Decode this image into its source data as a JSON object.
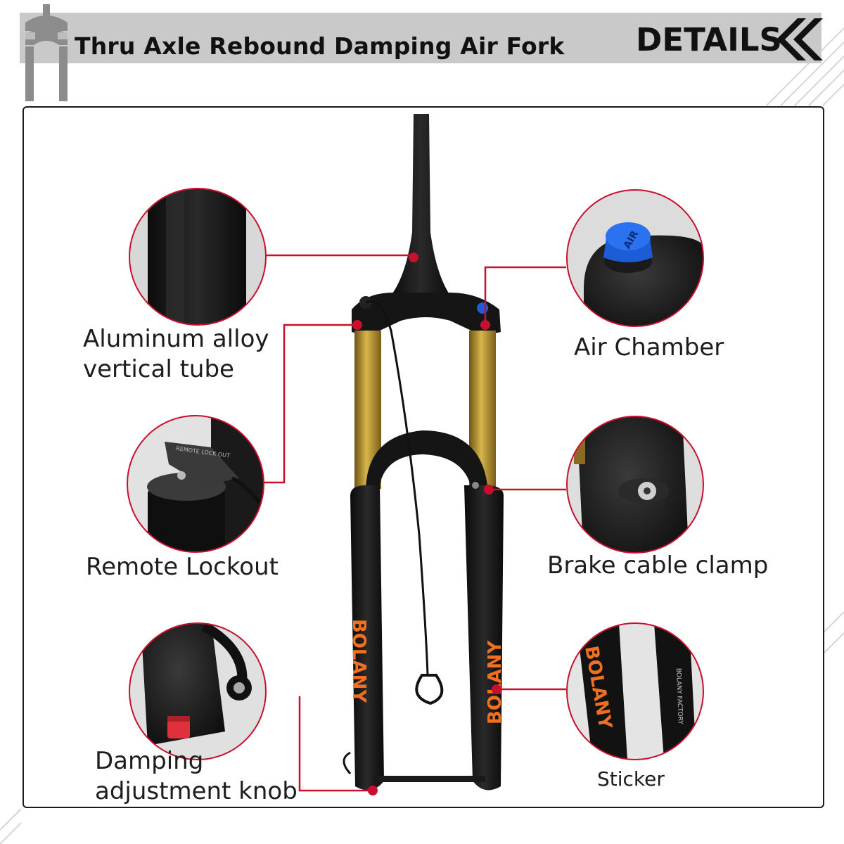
{
  "header": {
    "title": "Thru Axle Rebound Damping Air Fork",
    "details": "DETAILS"
  },
  "callouts": {
    "vertical_tube": {
      "line1": "Aluminum alloy",
      "line2": "vertical tube"
    },
    "air_chamber": {
      "label": "Air Chamber"
    },
    "remote_lockout": {
      "label": "Remote Lockout"
    },
    "brake_cable_clamp": {
      "label": "Brake cable clamp"
    },
    "damping_knob": {
      "line1": "Damping",
      "line2": "adjustment knob"
    },
    "sticker": {
      "label": "Sticker"
    }
  },
  "icons": {
    "header_logo": "fork-icon",
    "header_arrow": "double-chevron-left-icon",
    "air_cap": "air-valve-cap-icon"
  },
  "colors": {
    "accent_line": "#c8102e",
    "header_bg": "#c9c9c9",
    "fork_black": "#141414",
    "stanchion_gold": "#b8952f",
    "cap_blue": "#1e5bd6",
    "knob_red": "#e0303b",
    "brand_orange": "#f07020"
  },
  "fork_brand_text": {
    "brand": "BOLANY",
    "factory": "BOLANY FACTORY",
    "lever_label": "REMOTE LOCK OUT",
    "cap_text": "AIR"
  }
}
